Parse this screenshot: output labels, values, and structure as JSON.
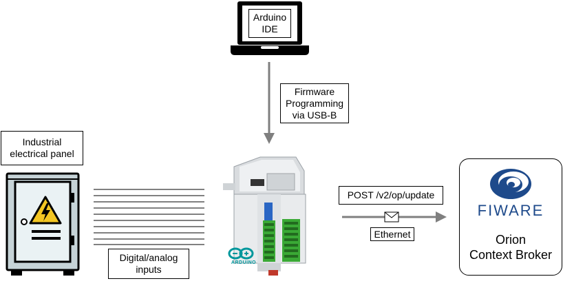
{
  "nodes": {
    "ide": {
      "label": "Arduino\nIDE"
    },
    "firmware": {
      "label": "Firmware\nProgramming\nvia USB-B"
    },
    "panel": {
      "label": "Industrial\nelectrical panel"
    },
    "inputs": {
      "label": "Digital/analog\ninputs"
    },
    "post": {
      "label": "POST /v2/op/update"
    },
    "ethernet": {
      "label": "Ethernet"
    },
    "fiware": {
      "logo_text": "FIWARE",
      "label": "Orion\nContext Broker"
    },
    "plc": {
      "brand_text": "ARDUINO"
    }
  },
  "colors": {
    "arrow": "#7f7f7f",
    "panel_body": "#b8c8cc",
    "panel_door": "#e5eff2",
    "warning": "#f3c623",
    "fiware_blue": "#1e4a8b",
    "plc_green": "#3aa935",
    "arduino_teal": "#00979c"
  }
}
